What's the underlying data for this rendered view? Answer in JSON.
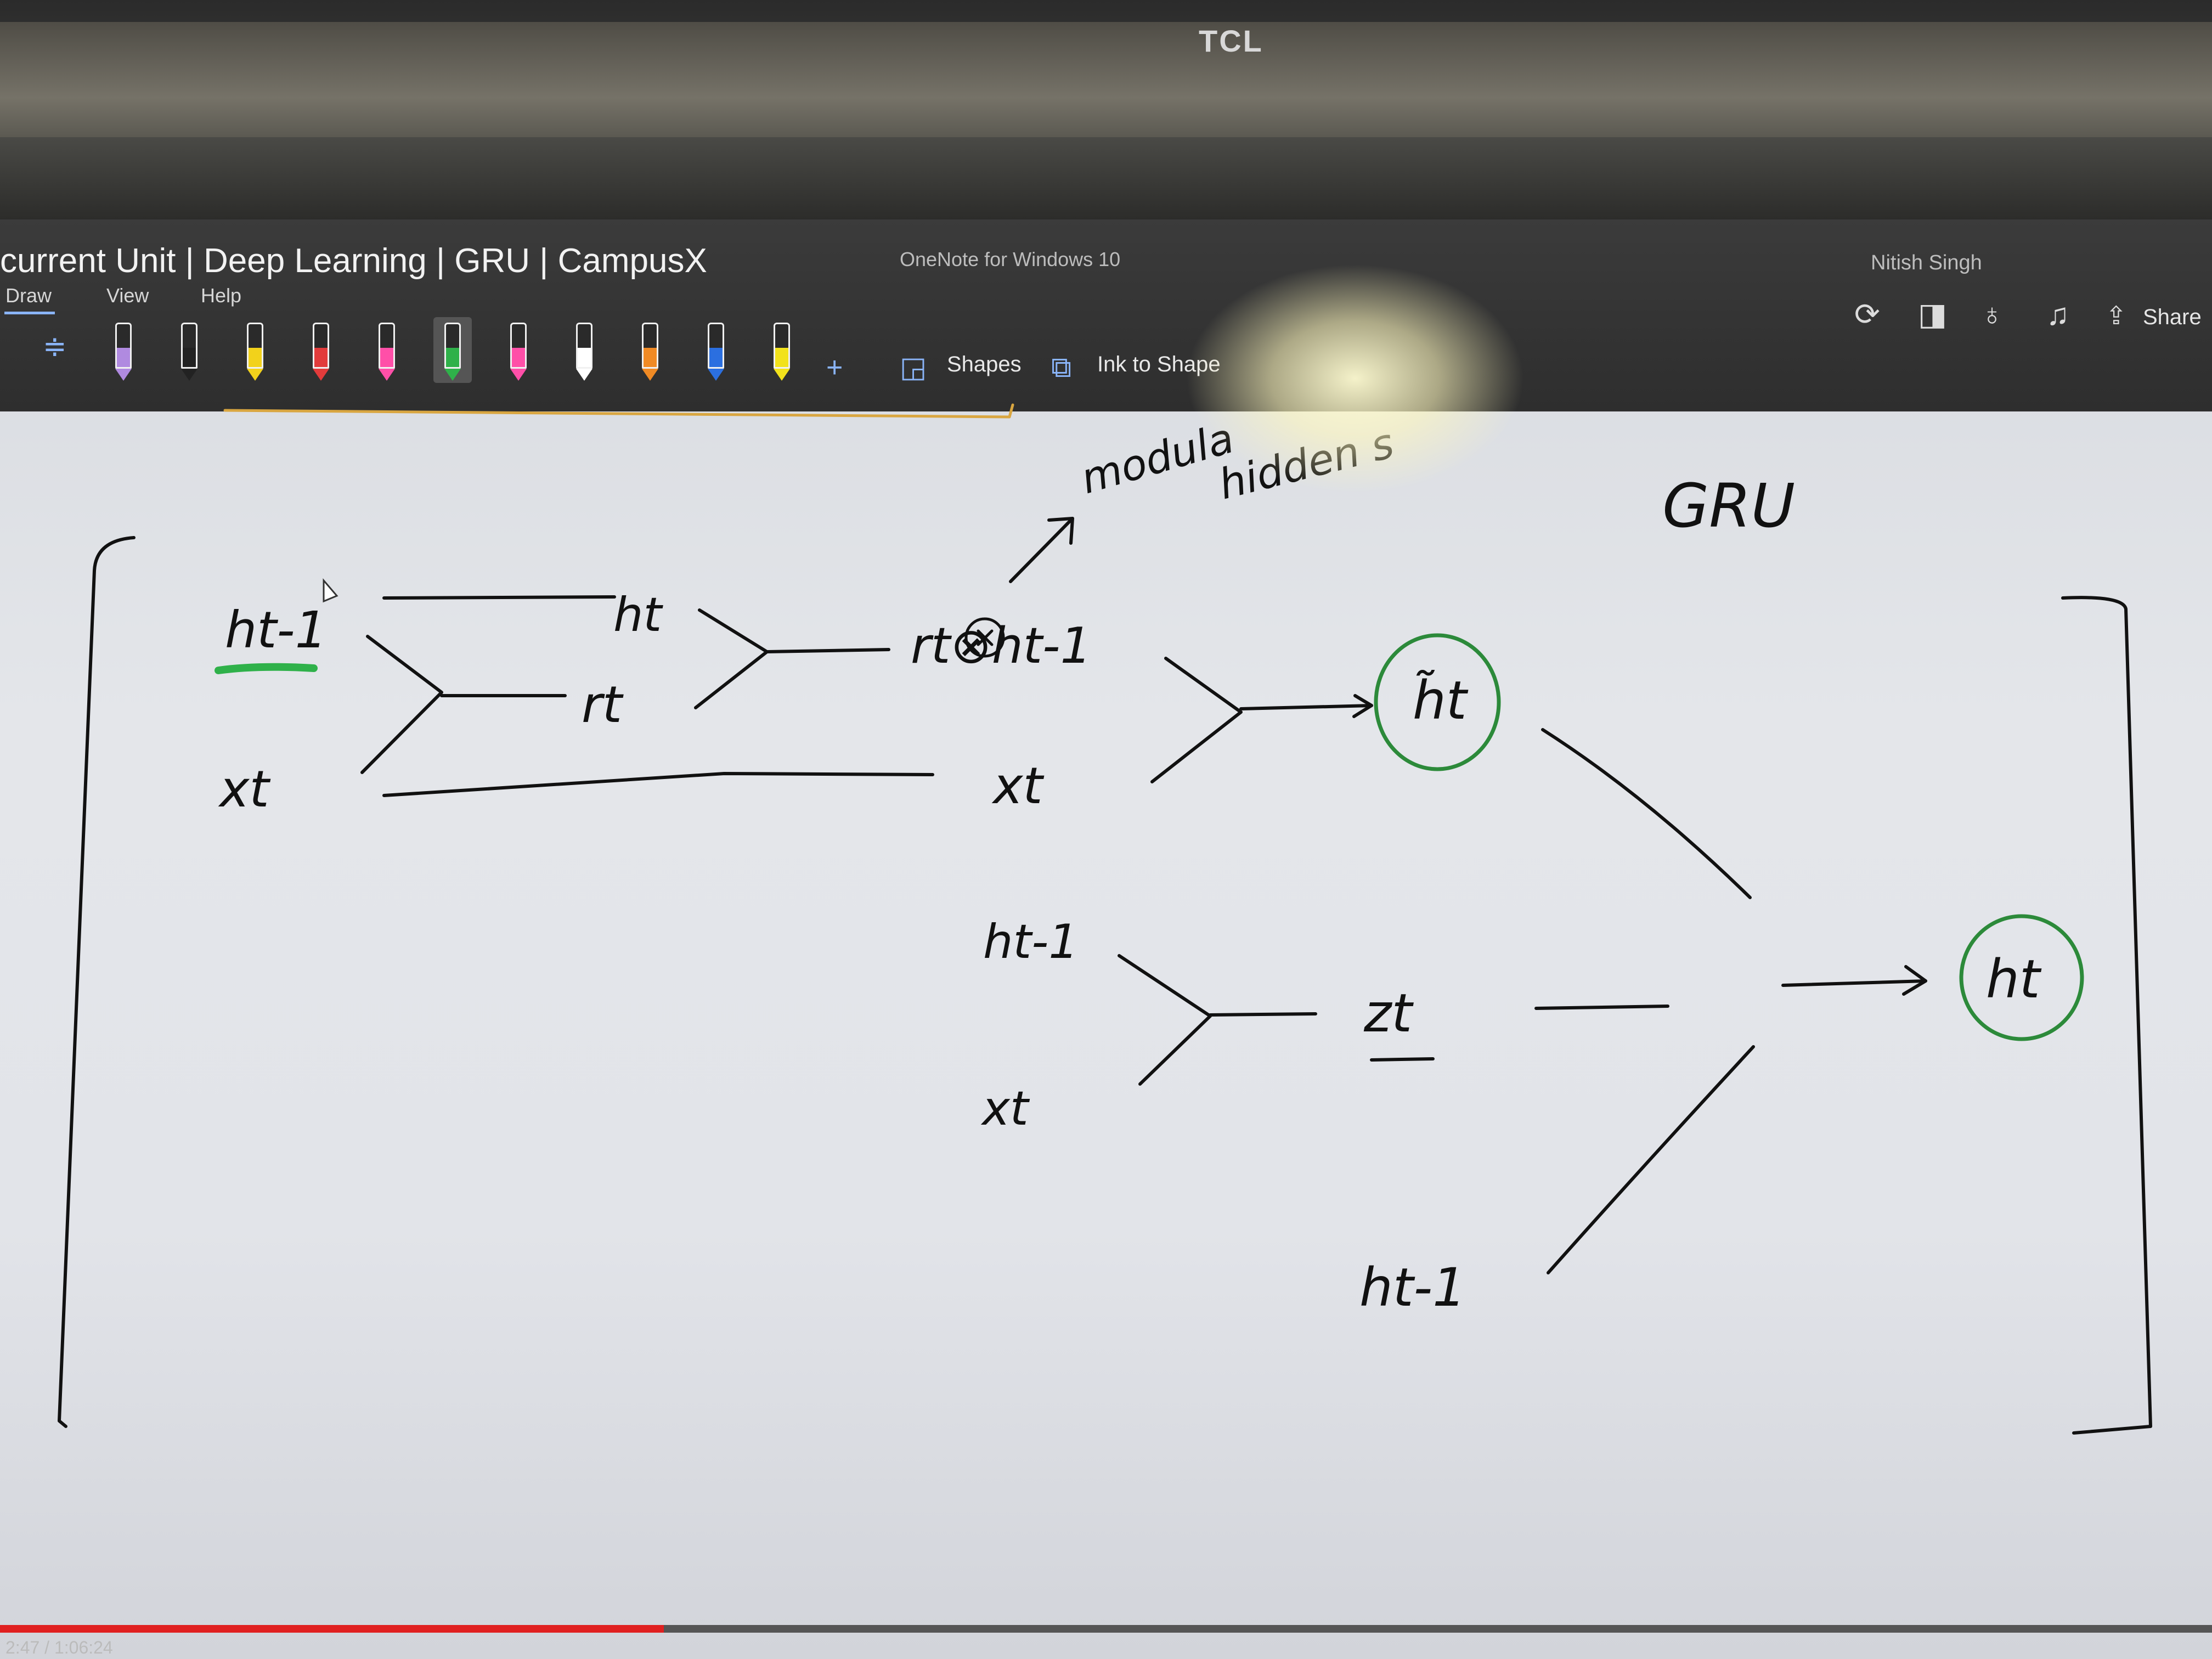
{
  "monitor": {
    "brand": "TCL"
  },
  "window": {
    "doc_title": "current Unit | Deep Learning | GRU | CampusX",
    "app_name": "OneNote for Windows 10",
    "user_name": "Nitish Singh",
    "menu": [
      {
        "label": "Draw",
        "active": true
      },
      {
        "label": "View",
        "active": false
      },
      {
        "label": "Help",
        "active": false
      }
    ],
    "ribbon": {
      "pens": [
        {
          "icon": "eraser-pen-icon",
          "color": "#b08ae0"
        },
        {
          "icon": "pen-icon",
          "color": "#222222"
        },
        {
          "icon": "pen-icon",
          "color": "#f2d21b"
        },
        {
          "icon": "pen-icon",
          "color": "#e23b3b"
        },
        {
          "icon": "highlighter-icon",
          "color": "#ff4fa8"
        },
        {
          "icon": "pen-icon",
          "color": "#2fb14a"
        },
        {
          "icon": "pen-icon",
          "color": "#ff4fa8"
        },
        {
          "icon": "pen-icon",
          "color": "#ffffff"
        },
        {
          "icon": "pen-icon",
          "color": "#f08a24"
        },
        {
          "icon": "pen-icon",
          "color": "#2b6fe0"
        },
        {
          "icon": "pen-icon",
          "color": "#f2e21b"
        }
      ],
      "selected_pen_index": 5,
      "shapes_label": "Shapes",
      "ink_to_shape_label": "Ink to Shape"
    },
    "share_label": "Share"
  },
  "canvas_ink": {
    "title": "GRU",
    "annotation_top_1": "modula",
    "annotation_top_2": "hidden s",
    "reset_block": {
      "input_1": "ht-1",
      "input_2": "xt",
      "out_1": "ht",
      "out_2": "rt",
      "product": "rt⊗ht-1",
      "product_side": "xt",
      "candidate": "h̃t"
    },
    "update_block": {
      "input_1": "ht-1",
      "input_2": "xt",
      "gate": "zt"
    },
    "final_block": {
      "prev_state": "ht-1",
      "output": "ht"
    }
  },
  "player": {
    "progress_fraction": 0.3,
    "time": "2:47 / 1:06:24"
  }
}
